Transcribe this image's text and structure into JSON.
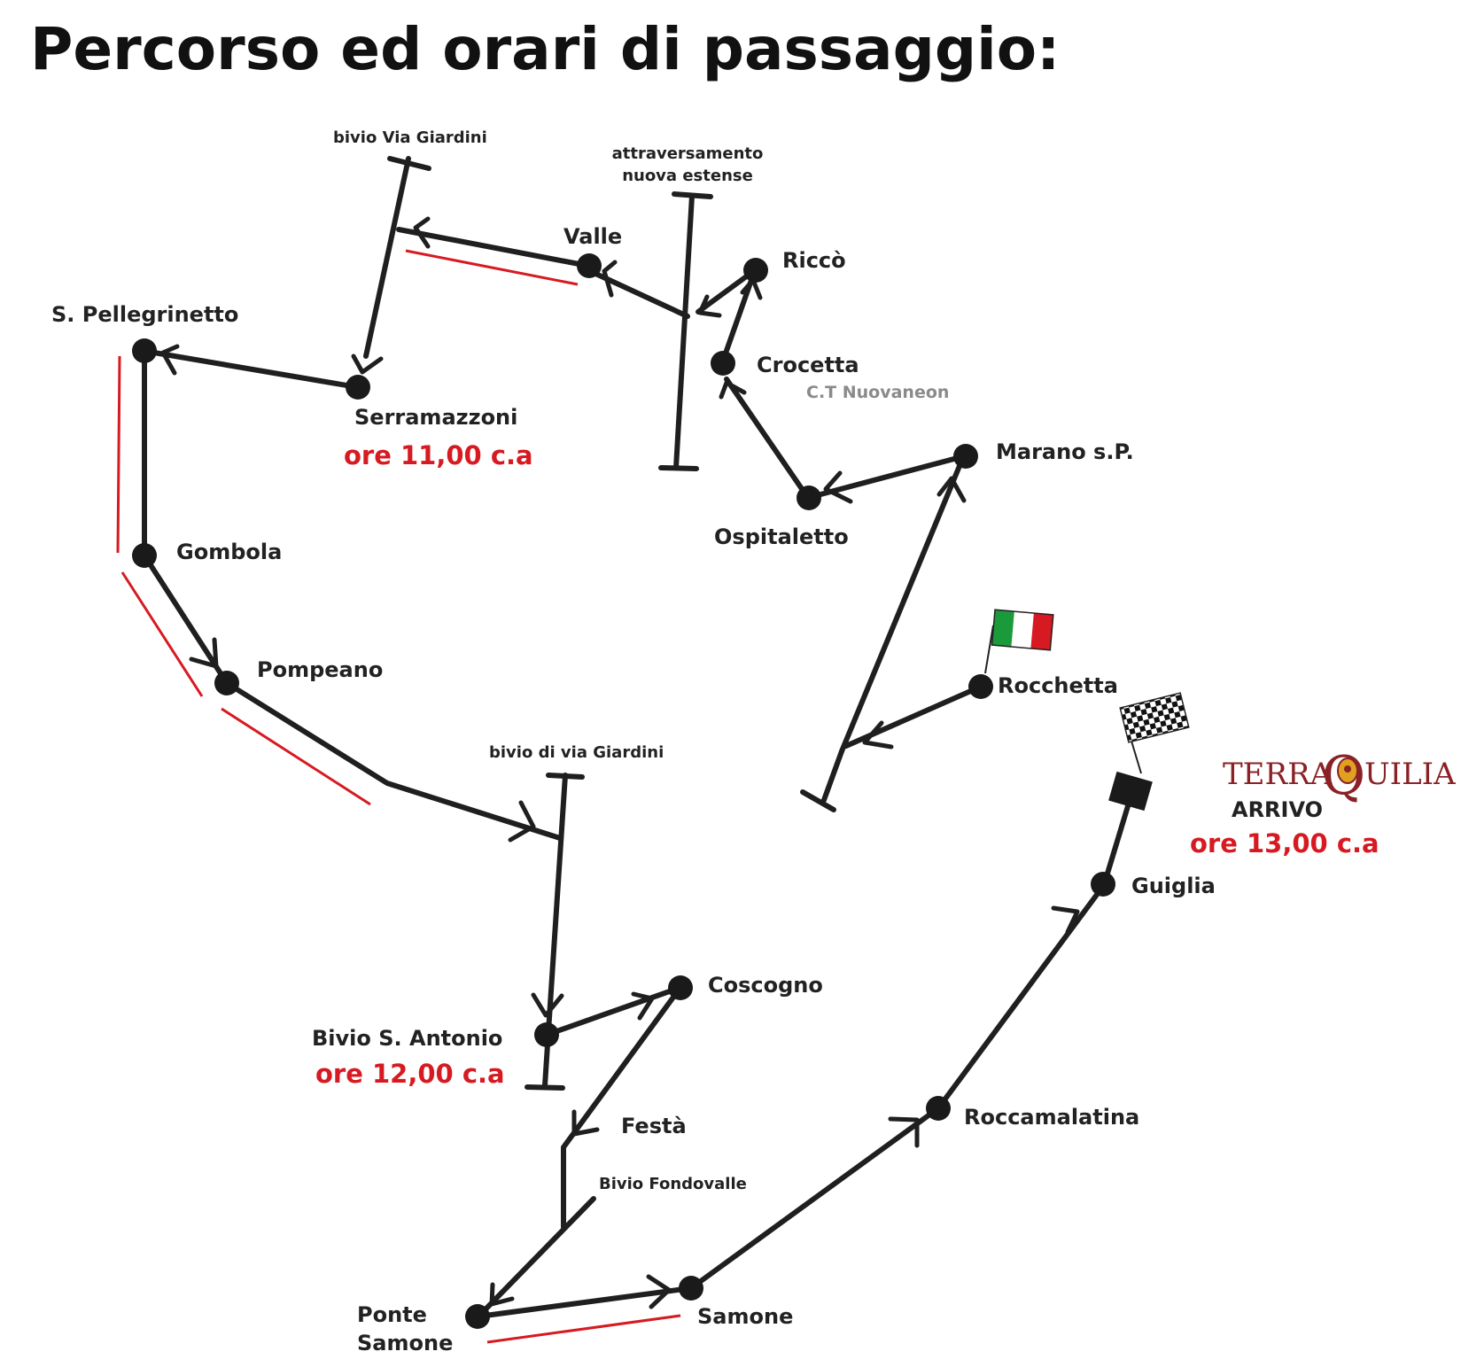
{
  "title": "Percorso ed orari di passaggio:",
  "colors": {
    "route": "#1f1f1f",
    "highlight": "#d71a21",
    "time": "#d71a21",
    "logo": "#8a2126",
    "sublabel": "#8a8a8a"
  },
  "labels": {
    "bivio_via_giardini": "bivio Via Giardini",
    "attraversamento_1": "attraversamento",
    "attraversamento_2": "nuova estense",
    "valle": "Valle",
    "ricco": "Riccò",
    "crocetta": "Crocetta",
    "ct_nuovaneon": "C.T Nuovaneon",
    "s_pellegrinetto": "S. Pellegrinetto",
    "serramazzoni": "Serramazzoni",
    "marano": "Marano s.P.",
    "ospitaletto": "Ospitaletto",
    "gombola": "Gombola",
    "pompeano": "Pompeano",
    "rocchetta": "Rocchetta",
    "bivio_di_via_giardini": "bivio di via Giardini",
    "arrivo": "ARRIVO",
    "guiglia": "Guiglia",
    "coscogno": "Coscogno",
    "bivio_s_antonio": "Bivio S. Antonio",
    "festa": "Festà",
    "bivio_fondovalle": "Bivio Fondovalle",
    "roccamalatina": "Roccamalatina",
    "ponte_samone_1": "Ponte",
    "ponte_samone_2": "Samone",
    "samone": "Samone"
  },
  "times": {
    "serramazzoni": "ore 11,00 c.a",
    "bivio_s_antonio": "ore 12,00 c.a",
    "arrivo": "ore 13,00 c.a"
  },
  "logo": {
    "part1": "TERRA",
    "part2": "Q",
    "part3": "UILIA"
  },
  "icons": {
    "start_flag": "italian-flag-icon",
    "finish_flag": "checkered-flag-icon",
    "crest": "crest-icon"
  }
}
